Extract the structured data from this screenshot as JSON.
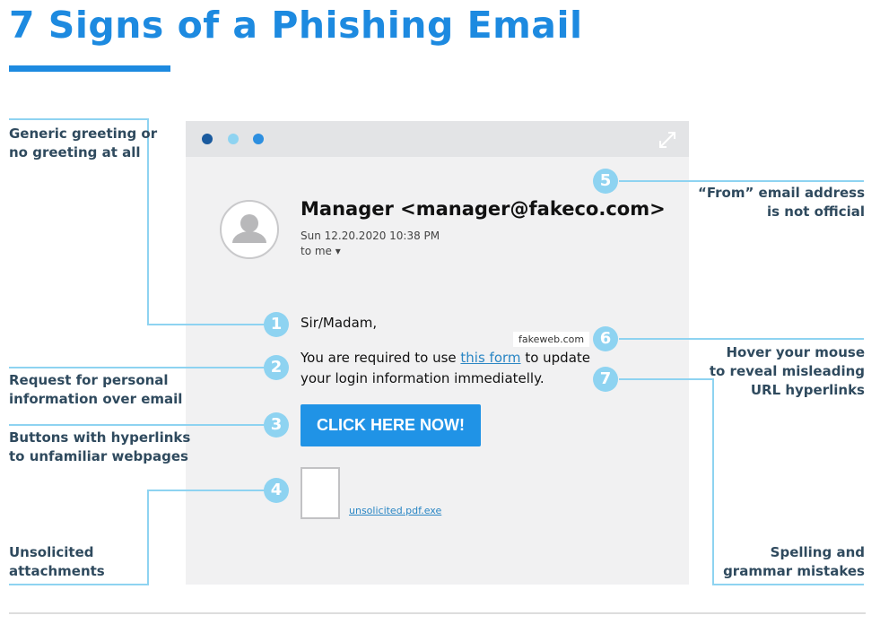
{
  "title": "7 Signs of a Phishing Email",
  "labels": {
    "l1": [
      "Generic greeting or",
      "no greeting at all"
    ],
    "l2": [
      "Request for personal",
      "information over email"
    ],
    "l3": [
      "Buttons with hyperlinks",
      "to unfamiliar webpages"
    ],
    "l4": [
      "Unsolicited",
      "attachments"
    ],
    "l5": [
      "“From” email address",
      "is not official"
    ],
    "l6": [
      "Hover your mouse",
      "to reveal misleading",
      "URL hyperlinks"
    ],
    "l7": [
      "Spelling and",
      "grammar mistakes"
    ]
  },
  "numbers": [
    "1",
    "2",
    "3",
    "4",
    "5",
    "6",
    "7"
  ],
  "email": {
    "sender": "Manager <manager@fakeco.com>",
    "date": "Sun 12.20.2020 10:38 PM",
    "to": "to me ▾",
    "greeting": "Sir/Madam,",
    "line1_pre": "You are required to use ",
    "link": "this form",
    "line1_post": " to update",
    "line2": "your login information immediatelly.",
    "tooltip": "fakeweb.com",
    "button": "CLICK HERE NOW!",
    "attachment": "unsolicited.pdf.exe"
  },
  "colors": {
    "accent": "#1d8ae0",
    "line": "#8ed3f1",
    "text": "#2f4a5e"
  }
}
